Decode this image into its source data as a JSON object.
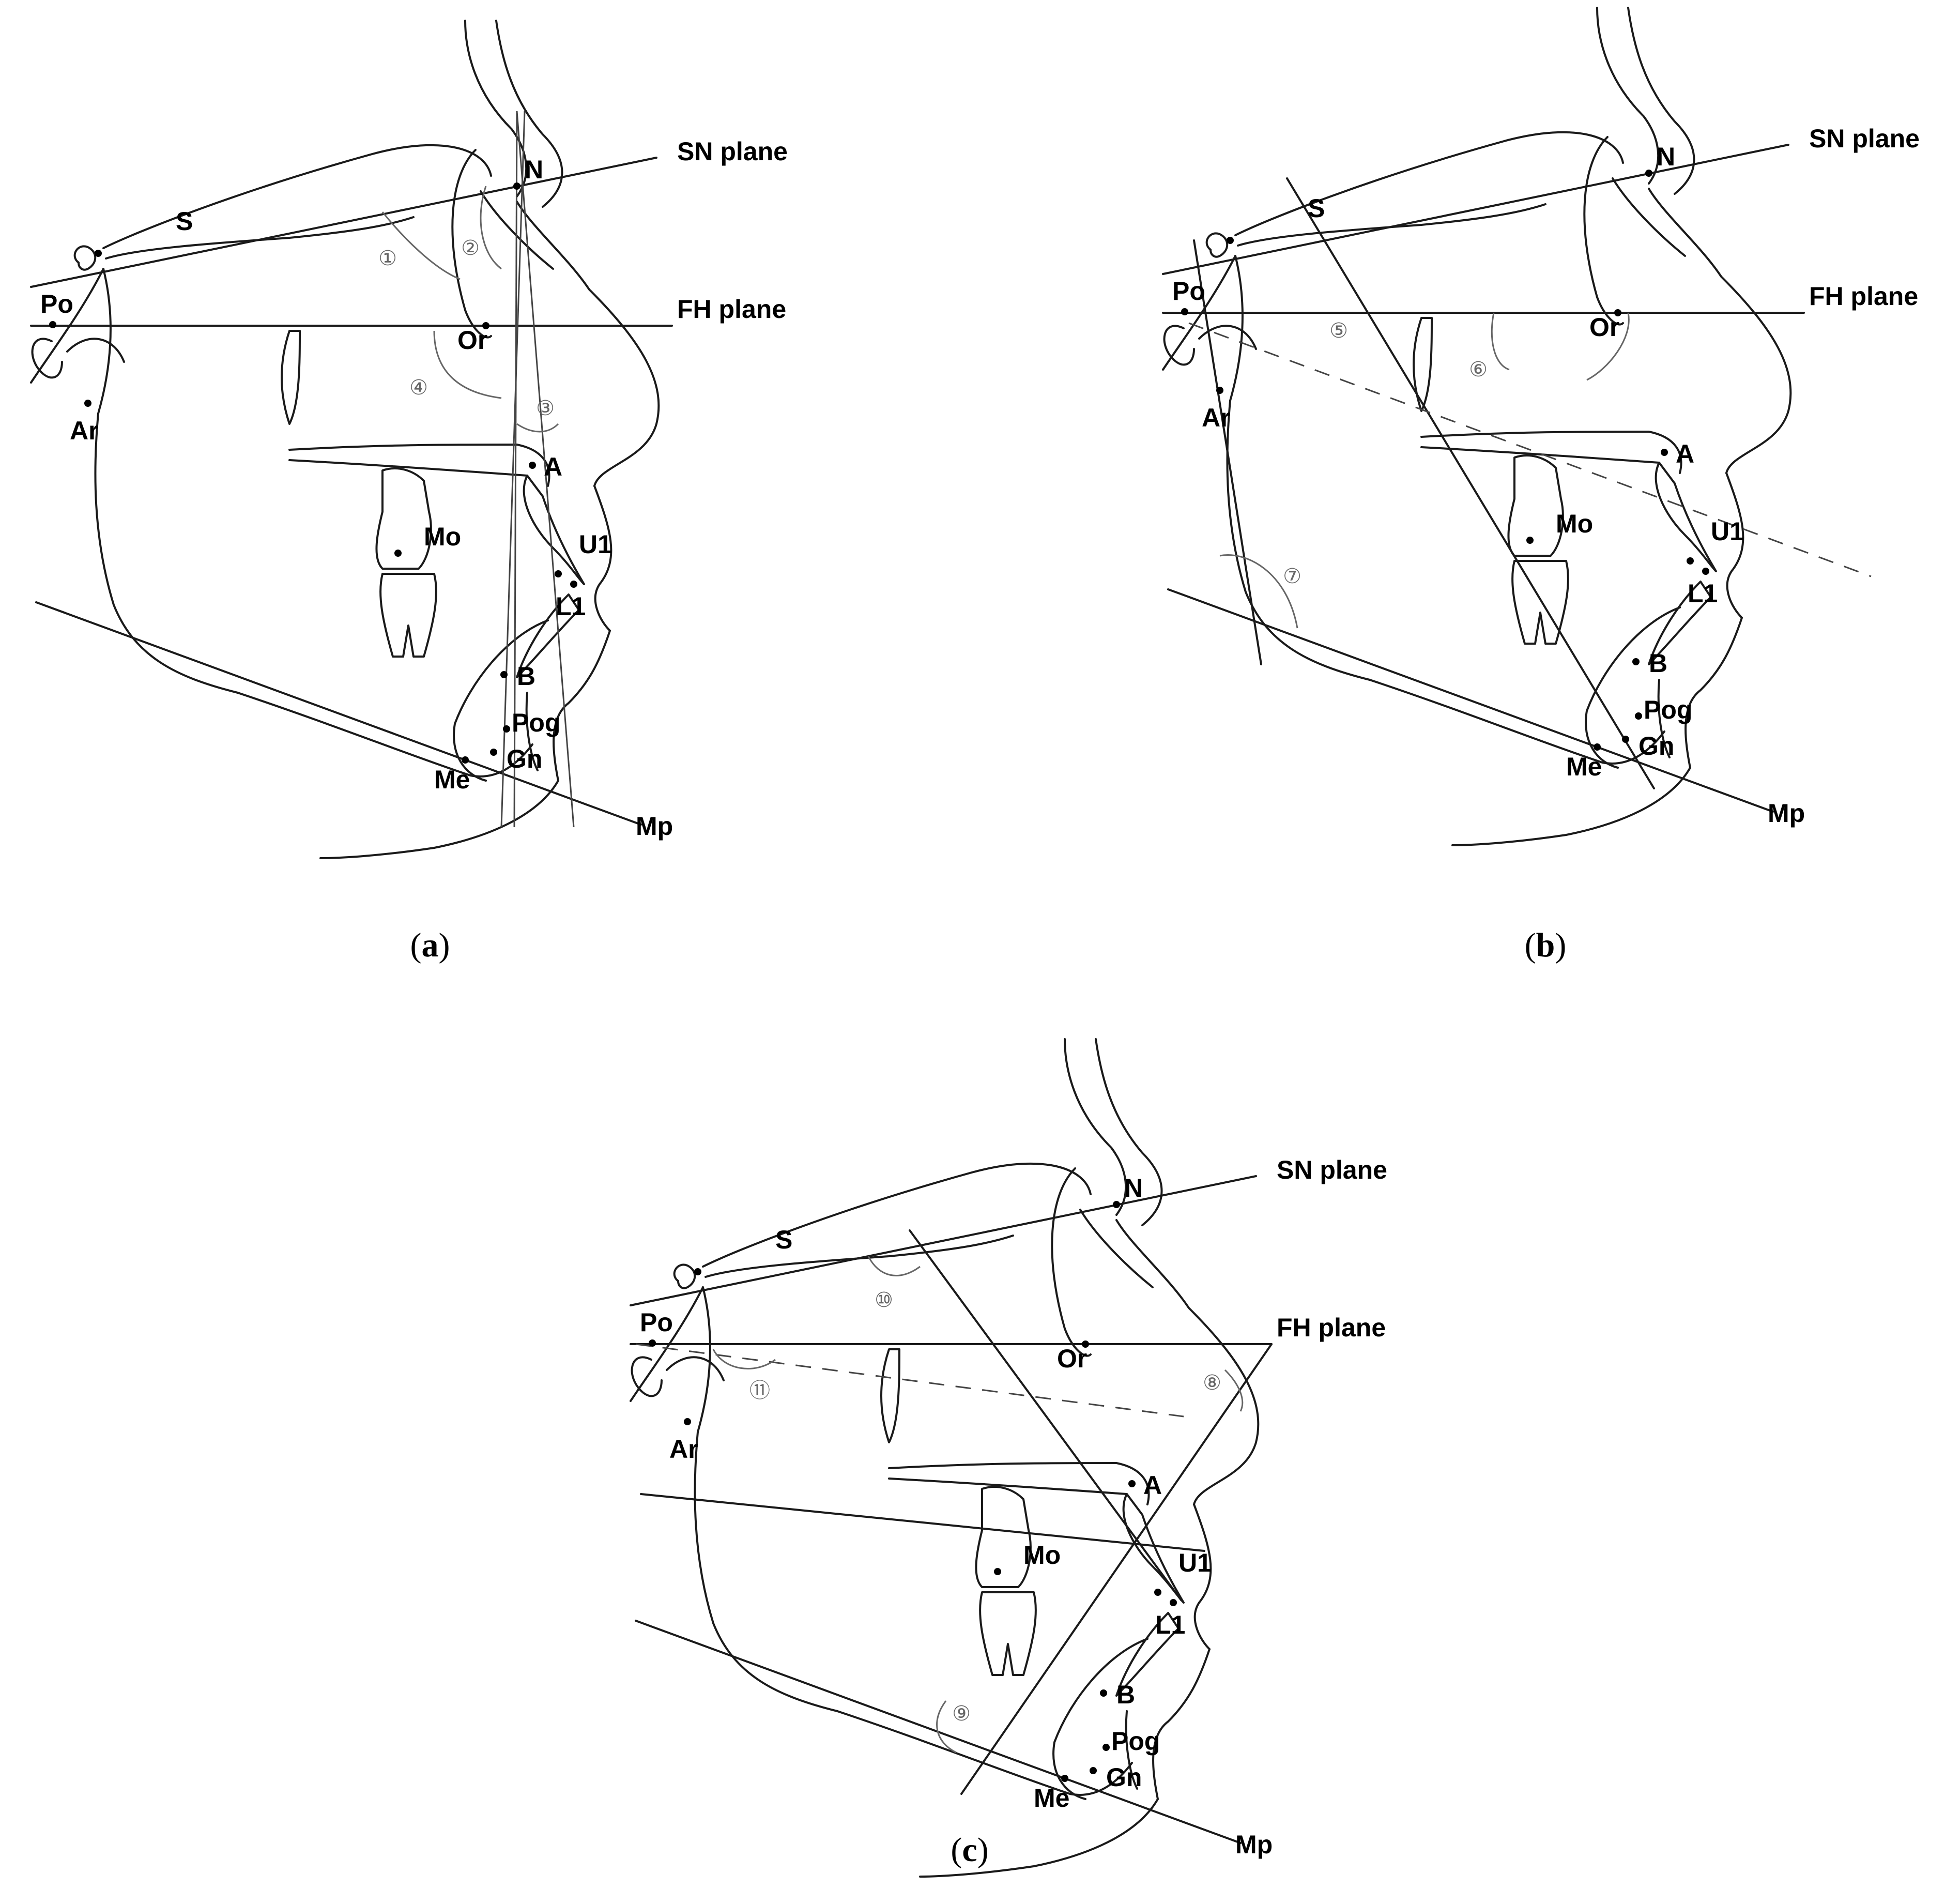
{
  "panels": [
    {
      "caption": {
        "open": "(",
        "letter": "a",
        "close": ")"
      },
      "landmarks": [
        "S",
        "N",
        "Po",
        "Or",
        "Ar",
        "A",
        "U1",
        "L1",
        "Mo",
        "B",
        "Pog",
        "Gn",
        "Me"
      ],
      "planes": [
        "SN plane",
        "FH plane",
        "Mp"
      ],
      "angles": [
        "①",
        "②",
        "③",
        "④"
      ]
    },
    {
      "caption": {
        "open": "(",
        "letter": "b",
        "close": ")"
      },
      "landmarks": [
        "S",
        "N",
        "Po",
        "Or",
        "Ar",
        "A",
        "U1",
        "L1",
        "Mo",
        "B",
        "Pog",
        "Gn",
        "Me"
      ],
      "planes": [
        "SN plane",
        "FH plane",
        "Mp"
      ],
      "angles": [
        "⑤",
        "⑥",
        "⑦"
      ]
    },
    {
      "caption": {
        "open": "(",
        "letter": "c",
        "close": ")"
      },
      "landmarks": [
        "S",
        "N",
        "Po",
        "Or",
        "Ar",
        "A",
        "U1",
        "L1",
        "Mo",
        "B",
        "Pog",
        "Gn",
        "Me"
      ],
      "planes": [
        "SN plane",
        "FH plane",
        "Mp"
      ],
      "angles": [
        "⑧",
        "⑨",
        "⑩",
        "⑪"
      ]
    }
  ]
}
